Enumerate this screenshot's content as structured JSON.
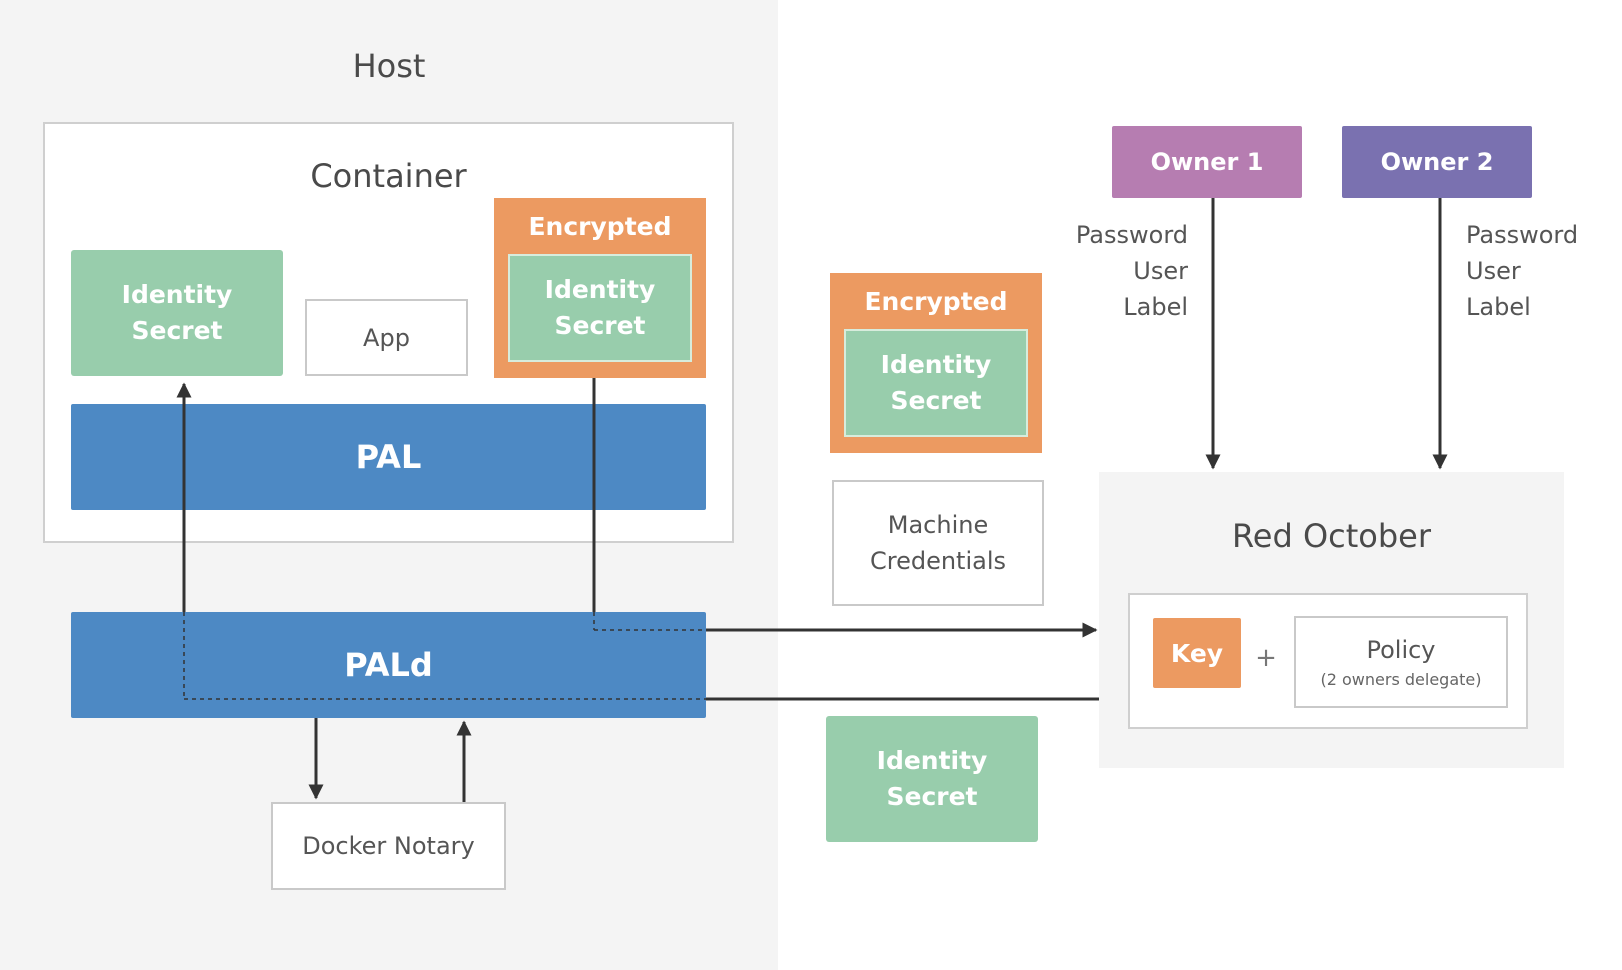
{
  "host": {
    "title": "Host"
  },
  "container": {
    "title": "Container",
    "identity_secret": [
      "Identity",
      "Secret"
    ],
    "app": "App",
    "encrypted": {
      "label": "Encrypted",
      "identity_secret": [
        "Identity",
        "Secret"
      ]
    },
    "pal": "PAL"
  },
  "pald": "PALd",
  "docker_notary": "Docker Notary",
  "middle": {
    "encrypted": {
      "label": "Encrypted",
      "identity_secret": [
        "Identity",
        "Secret"
      ]
    },
    "machine_credentials": [
      "Machine",
      "Credentials"
    ],
    "identity_secret": [
      "Identity",
      "Secret"
    ]
  },
  "owners": [
    {
      "label": "Owner 1",
      "meta": [
        "Password",
        "User",
        "Label"
      ],
      "color": "#b67db1"
    },
    {
      "label": "Owner 2",
      "meta": [
        "Password",
        "User",
        "Label"
      ],
      "color": "#7a71b0"
    }
  ],
  "red_october": {
    "title": "Red October",
    "key": "Key",
    "plus": "+",
    "policy": {
      "title": "Policy",
      "subtitle": "(2 owners delegate)"
    }
  },
  "colors": {
    "identity_green": "#98cdac",
    "encrypted_orange": "#ec9a61",
    "pal_blue": "#4d89c4",
    "arrow": "#333333"
  }
}
